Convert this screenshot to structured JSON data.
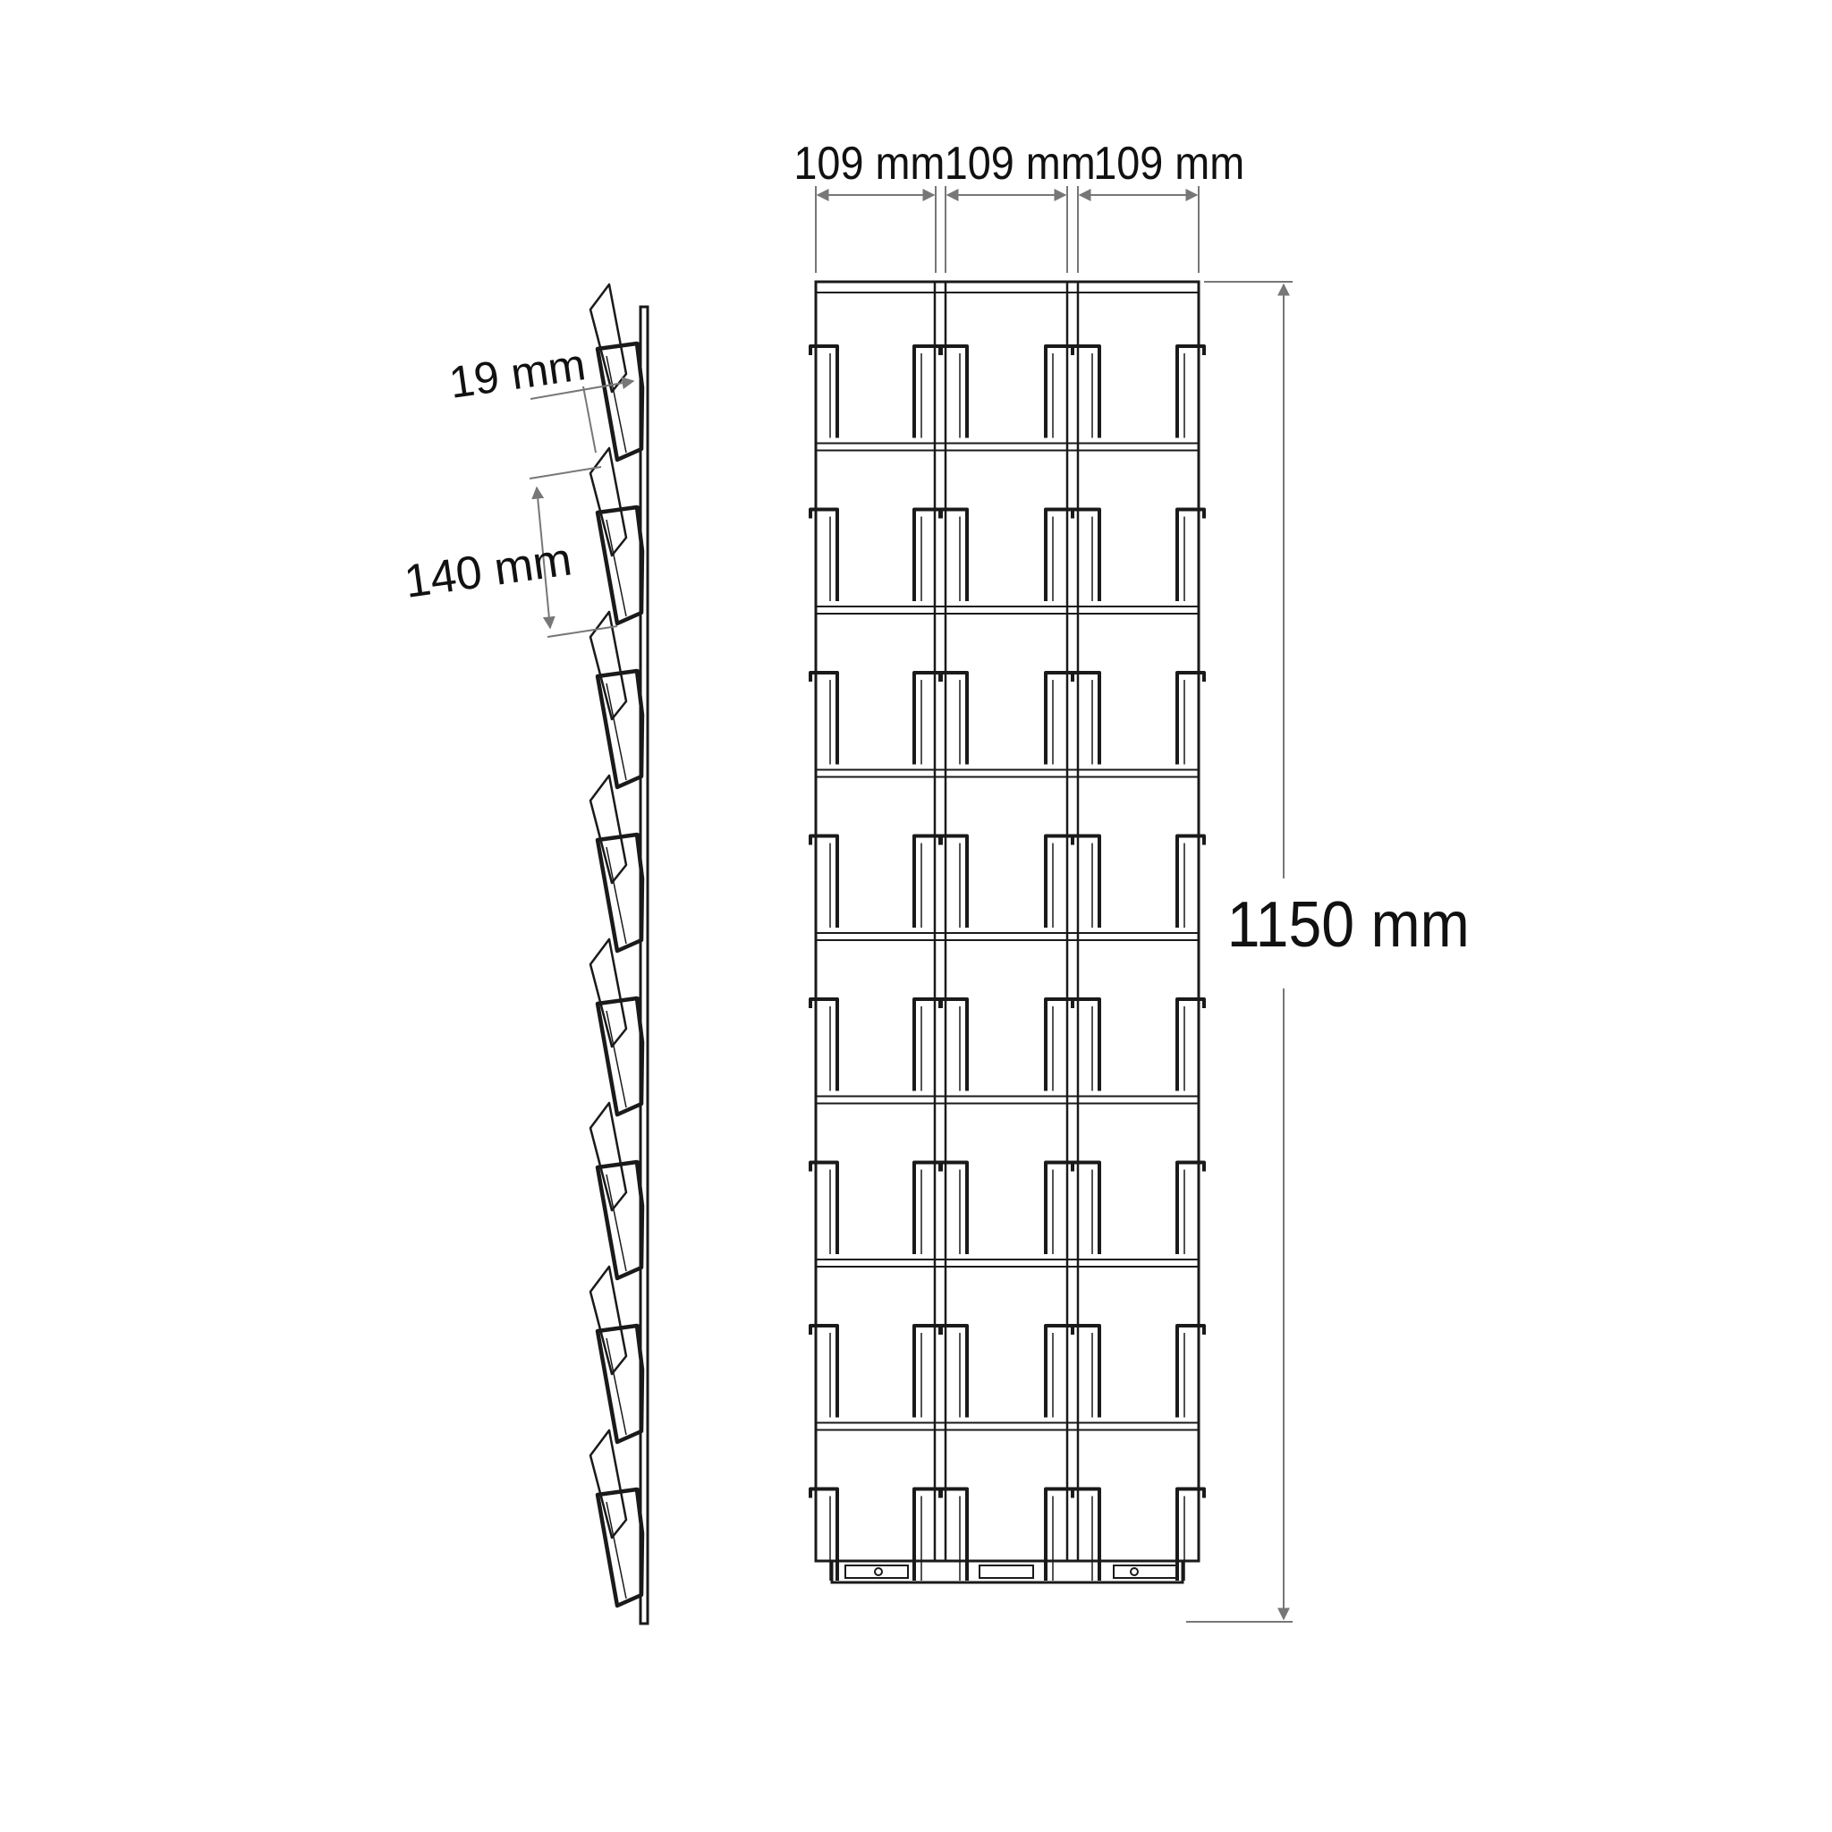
{
  "diagram": {
    "width_labels": [
      "109 mm",
      "109 mm",
      "109 mm"
    ],
    "height_label": "1150 mm",
    "depth_label": "19 mm",
    "pitch_label": "140 mm",
    "columns": 3,
    "rows": 8
  }
}
